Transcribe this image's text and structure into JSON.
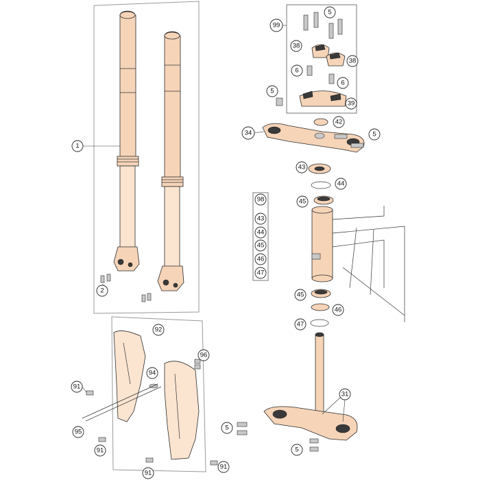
{
  "callouts": {
    "c1": "1",
    "c2": "2",
    "c5a": "5",
    "c99": "99",
    "c38a": "38",
    "c38b": "38",
    "c6a": "6",
    "c6b": "6",
    "c5b": "5",
    "c39": "39",
    "c42": "42",
    "c34": "34",
    "c5c": "5",
    "c43a": "43",
    "c44a": "44",
    "c98": "98",
    "c45a": "45",
    "k43": "43",
    "k44": "44",
    "k45": "45",
    "k46": "46",
    "k47": "47",
    "c45b": "45",
    "c46": "46",
    "c47": "47",
    "c92": "92",
    "c96": "96",
    "c94": "94",
    "c91a": "91",
    "c95": "95",
    "c91b": "91",
    "c91c": "91",
    "c91d": "91",
    "c5d": "5",
    "c31": "31",
    "c5e": "5"
  }
}
